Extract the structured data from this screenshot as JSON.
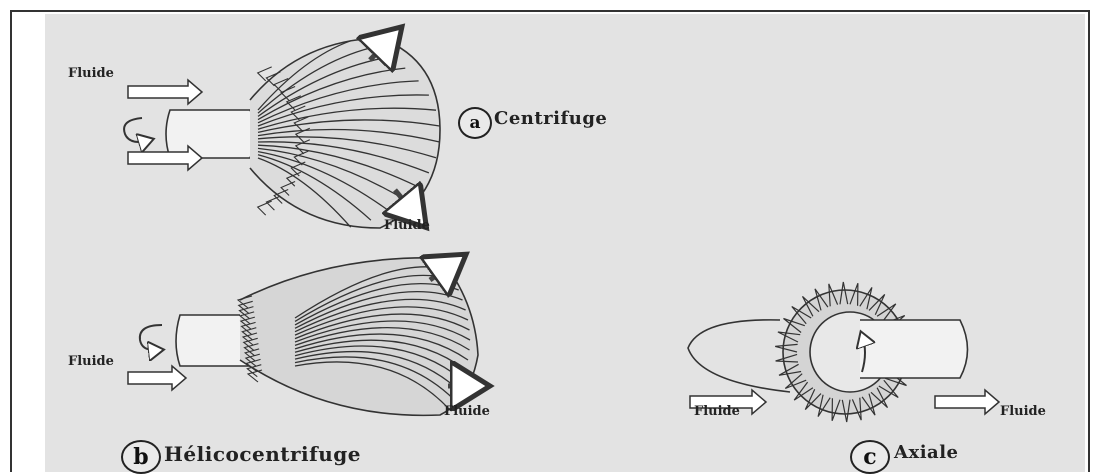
{
  "labels": {
    "fluid_a_in": "Fluide",
    "fluid_a_out": "Fluide",
    "fluid_b_in": "Fluide",
    "fluid_b_out": "Fluide",
    "fluid_c_in": "Fluide",
    "fluid_c_out": "Fluide"
  },
  "captions": {
    "a": {
      "letter": "a",
      "name": "Centrifuge"
    },
    "b": {
      "letter": "b",
      "name": "Hélicocentrifuge"
    },
    "c": {
      "letter": "c",
      "name": "Axiale"
    }
  }
}
